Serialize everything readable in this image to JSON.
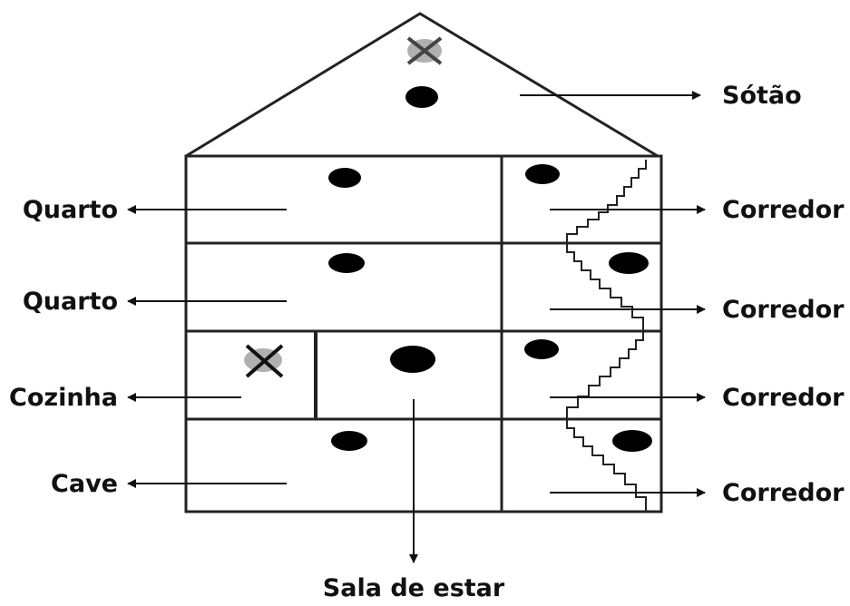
{
  "labels": {
    "attic": "Sótão",
    "bedroom_upper": "Quarto",
    "bedroom_lower": "Quarto",
    "kitchen": "Cozinha",
    "basement": "Cave",
    "hallway_1": "Corredor",
    "hallway_2": "Corredor",
    "hallway_3": "Corredor",
    "hallway_4": "Corredor",
    "living_room": "Sala de estar"
  },
  "colors": {
    "line": "#222222",
    "dot": "#000000",
    "gray_marker": "#b0b0b0"
  }
}
